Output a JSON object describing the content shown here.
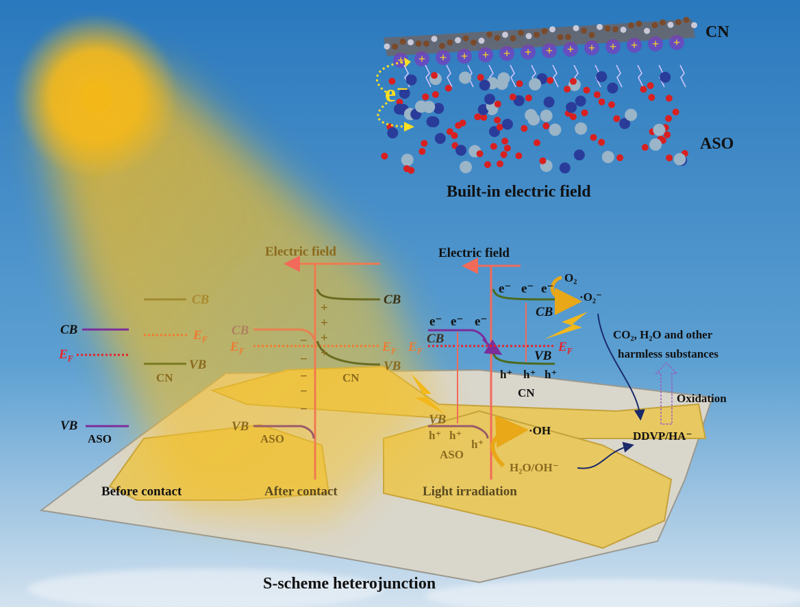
{
  "top_panel": {
    "title": "Built-in electric field",
    "cn_label": "CN",
    "aso_label": "ASO",
    "electron_label": "e⁻",
    "plus_sign": "+"
  },
  "before_contact": {
    "label": "Before contact",
    "cn": {
      "cb": "CB",
      "ef_main": "E",
      "ef_sub": "F",
      "vb": "VB",
      "name": "CN"
    },
    "aso": {
      "cb": "CB",
      "ef_main": "E",
      "ef_sub": "F",
      "vb": "VB",
      "name": "ASO"
    }
  },
  "after_contact": {
    "label": "After contact",
    "electric_field": "Electric field",
    "cn": {
      "cb": "CB",
      "vb": "VB",
      "name": "CN",
      "ef_main": "E",
      "ef_sub": "F"
    },
    "aso": {
      "cb": "CB",
      "vb": "VB",
      "name": "ASO",
      "ef_main": "E",
      "ef_sub": "F"
    },
    "plus": "+",
    "minus": "−"
  },
  "light_irradiation": {
    "label": "Light irradiation",
    "electric_field": "Electric field",
    "cn": {
      "cb": "CB",
      "vb": "VB",
      "name": "CN",
      "ef_main": "E",
      "ef_sub": "F"
    },
    "aso": {
      "cb": "CB",
      "vb": "VB",
      "name": "ASO",
      "ef_main": "E",
      "ef_sub": "F"
    },
    "electron": "e⁻",
    "hole": "h⁺",
    "o2": "O₂",
    "superoxide": "·O₂⁻",
    "hydroxyl": "·OH",
    "water": "H₂O/OH⁻",
    "products_line1": "CO₂, H₂O and other",
    "products_line2": "harmless substances",
    "oxidation": "Oxidation",
    "pollutant": "DDVP/HA⁻"
  },
  "caption": "S-scheme heterojunction",
  "colors": {
    "sky_top": "#2a78bd",
    "sky_bottom": "#c9dced",
    "sun": "#f2b81c",
    "field": "#f26a5a",
    "purple": "#7b2d9a",
    "green": "#4a6a1e",
    "ef_red": "#e8222a",
    "navy": "#1a2a6a"
  }
}
